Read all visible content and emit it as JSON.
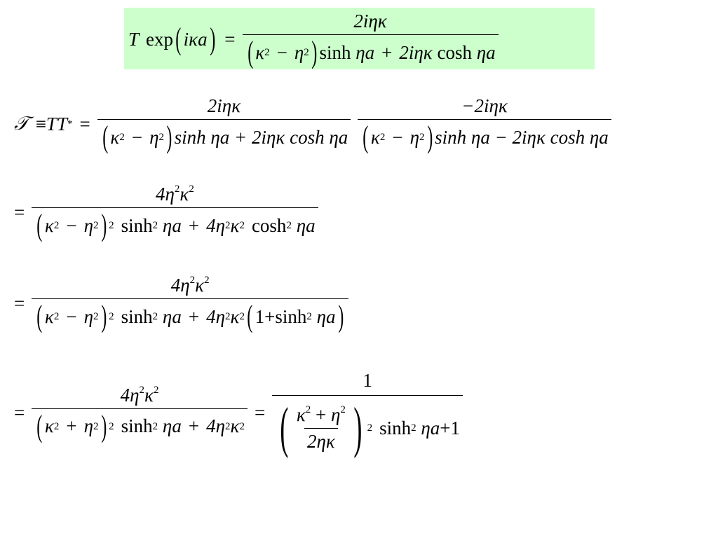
{
  "colors": {
    "highlight_box": "#ccffcc",
    "text": "#000000"
  },
  "eq1": {
    "lhs_T": "T",
    "lhs_exp": "exp",
    "lhs_arg": "iκa",
    "eq": "=",
    "num": "2iηκ",
    "den_k2": "κ",
    "den_minus": "−",
    "den_eta2": "η",
    "den_sinh": "sinh",
    "den_eta_a": "ηa",
    "den_plus": "+",
    "den_2ik": "2iηκ",
    "den_cosh": "cosh",
    "den_eta_a2": "ηa"
  },
  "eq2": {
    "script_T": "𝒯",
    "equiv": "≡",
    "TT": "TT",
    "star": "*",
    "eq": "=",
    "f1_num": "2iηκ",
    "f1_den_sinh_part": "sinh ηa + 2iηκ cosh ηa",
    "f2_num": "−2iηκ",
    "f2_den_sinh_part": "sinh ηa − 2iηκ cosh ηa"
  },
  "eq3": {
    "eq": "=",
    "num": "4η",
    "num_k": "κ",
    "den_inner": "κ",
    "den_minus": "−",
    "den_eta": "η",
    "sinh": "sinh",
    "eta_a": "ηa",
    "plus": "+",
    "four_eta": "4η",
    "kappa": "κ",
    "cosh": "cosh",
    "eta_a2": "ηa"
  },
  "eq4": {
    "eq": "=",
    "num": "4η",
    "num_k": "κ",
    "den_inner": "κ",
    "den_minus": "−",
    "den_eta": "η",
    "sinh": "sinh",
    "eta_a": "ηa",
    "plus": "+",
    "four_eta": "4η",
    "kappa": "κ",
    "one": "1",
    "plus2": "+",
    "sinh2": "sinh",
    "eta_a2": "ηa"
  },
  "eq5": {
    "eq": "=",
    "num": "4η",
    "num_k": "κ",
    "den_inner": "κ",
    "den_plus": "+",
    "den_eta": "η",
    "sinh": "sinh",
    "eta_a": "ηa",
    "plus": "+",
    "four_eta": "4η",
    "kappa": "κ",
    "eq2": "=",
    "rhs_num": "1",
    "rhs_inner_num_k": "κ",
    "rhs_inner_plus": "+",
    "rhs_inner_num_eta": "η",
    "rhs_inner_den": "2ηκ",
    "rhs_sinh": "sinh",
    "rhs_eta_a": "ηa",
    "rhs_plus": "+",
    "rhs_one": "1"
  },
  "sup": {
    "two": "2"
  }
}
